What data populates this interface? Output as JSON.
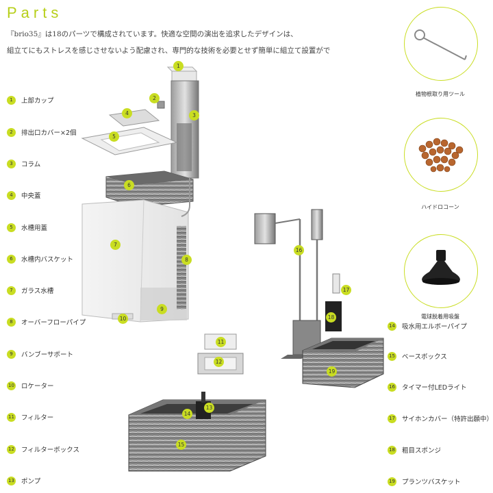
{
  "header": {
    "title": "Parts",
    "intro_line1": "『brio35』は18のパーツで構成されています。快適な空間の演出を追求したデザインは、",
    "intro_line2": "組立てにもストレスを感じさせないよう配慮され、専門的な技術を必要とせず簡単に組立て設置がで"
  },
  "parts_left": [
    {
      "num": "1",
      "label": "上部カップ"
    },
    {
      "num": "2",
      "label": "排出口カバー×2個"
    },
    {
      "num": "3",
      "label": "コラム"
    },
    {
      "num": "4",
      "label": "中央蓋"
    },
    {
      "num": "5",
      "label": "水槽用蓋"
    },
    {
      "num": "6",
      "label": "水槽内バスケット"
    },
    {
      "num": "7",
      "label": "ガラス水槽"
    },
    {
      "num": "8",
      "label": "オーバーフローパイプ"
    },
    {
      "num": "9",
      "label": "バンブーサポート"
    },
    {
      "num": "10",
      "label": "ロケーター"
    },
    {
      "num": "11",
      "label": "フィルター"
    },
    {
      "num": "12",
      "label": "フィルターボックス"
    },
    {
      "num": "13",
      "label": "ポンプ"
    }
  ],
  "parts_right": [
    {
      "num": "14",
      "label": "吸水用エルボーパイプ"
    },
    {
      "num": "15",
      "label": "ベースボックス"
    },
    {
      "num": "16",
      "label": "タイマー付LEDライト"
    },
    {
      "num": "17",
      "label": "サイホンカバー（特許出願中）"
    },
    {
      "num": "18",
      "label": "粗目スポンジ"
    },
    {
      "num": "19",
      "label": "プランツバスケット"
    }
  ],
  "accessories": [
    {
      "caption": "植物根取り用ツール",
      "icon": "plant-root-tool-icon"
    },
    {
      "caption": "ハイドロコーン",
      "icon": "hydro-corn-icon"
    },
    {
      "caption": "電球脱着用吸盤",
      "icon": "suction-cup-icon"
    }
  ],
  "diagram_badges": [
    "1",
    "2",
    "3",
    "4",
    "5",
    "6",
    "7",
    "8",
    "9",
    "10",
    "11",
    "12",
    "13",
    "14",
    "15",
    "16",
    "17",
    "18",
    "19"
  ],
  "colors": {
    "accent": "#c9dd22",
    "title": "#b7cf1a"
  }
}
